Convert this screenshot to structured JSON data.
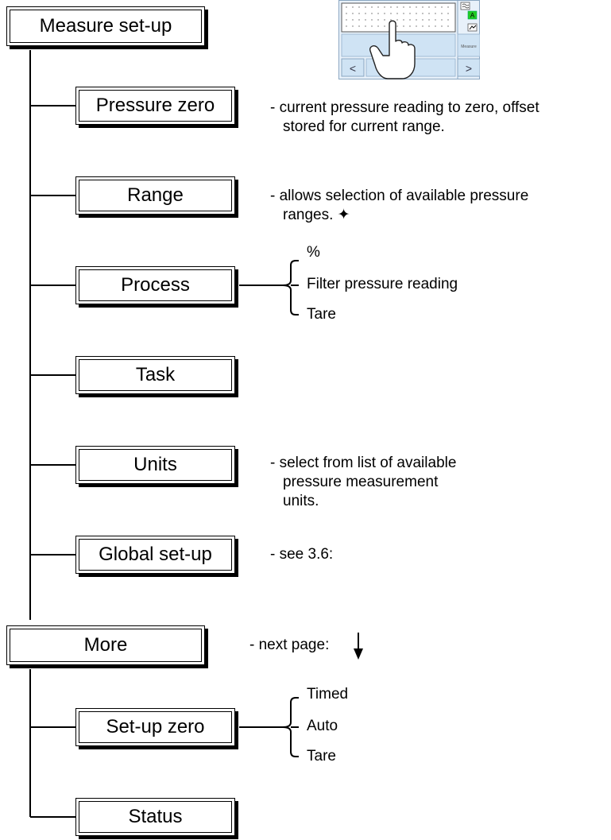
{
  "root": {
    "label": "Measure set-up"
  },
  "items": [
    {
      "label": "Pressure zero",
      "note": [
        "- current pressure reading to zero, offset",
        "stored for current range."
      ]
    },
    {
      "label": "Range",
      "note": [
        "- allows selection of available pressure",
        "ranges. ✦"
      ]
    },
    {
      "label": "Process",
      "options": [
        "%",
        "Filter pressure reading",
        "Tare"
      ]
    },
    {
      "label": "Task"
    },
    {
      "label": "Units",
      "note": [
        "- select from list of available",
        "pressure measurement",
        "units."
      ]
    },
    {
      "label": "Global set-up",
      "note": [
        "- see 3.6:"
      ]
    }
  ],
  "more": {
    "label": "More",
    "note": "- next page:",
    "arrow_icon": "down-arrow-icon"
  },
  "more_items": [
    {
      "label": "Set-up zero",
      "options": [
        "Timed",
        "Auto",
        "Tare"
      ]
    },
    {
      "label": "Status"
    }
  ],
  "device": {
    "measure_label": "Measure",
    "prev_label": "<",
    "next_label": ">",
    "a_label": "A",
    "accent_color": "#cfe3f4",
    "green_color": "#22cc22"
  }
}
